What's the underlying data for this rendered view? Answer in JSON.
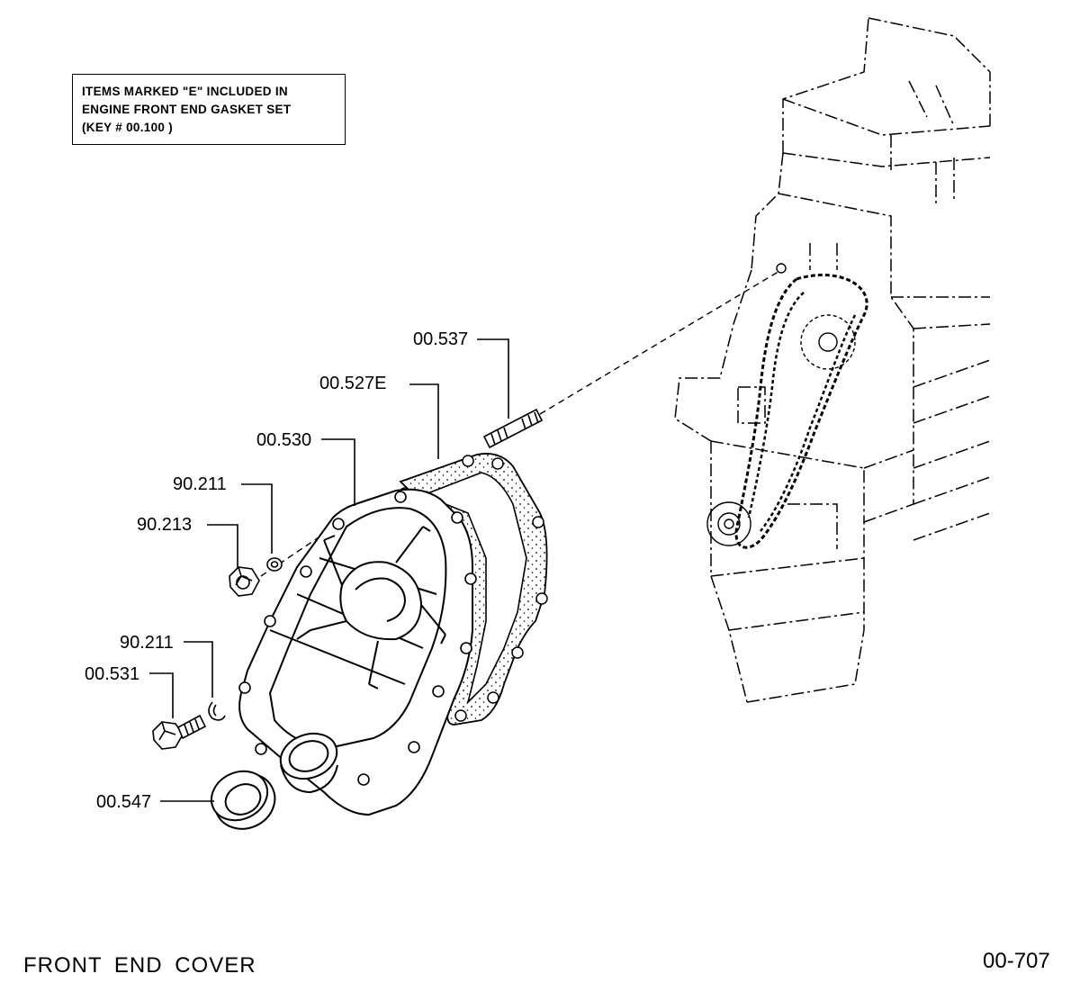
{
  "note": {
    "lines": [
      "ITEMS MARKED \"E\" INCLUDED IN",
      "ENGINE FRONT END GASKET SET",
      "(KEY # 00.100 )"
    ]
  },
  "callouts": {
    "stud": "00.537",
    "gasket": "00.527E",
    "cover": "00.530",
    "washer_upper": "90.211",
    "nut": "90.213",
    "washer_lower": "90.211",
    "bolt": "00.531",
    "seal": "00.547"
  },
  "footer": {
    "title": "FRONT  END  COVER",
    "code": "00-707"
  }
}
